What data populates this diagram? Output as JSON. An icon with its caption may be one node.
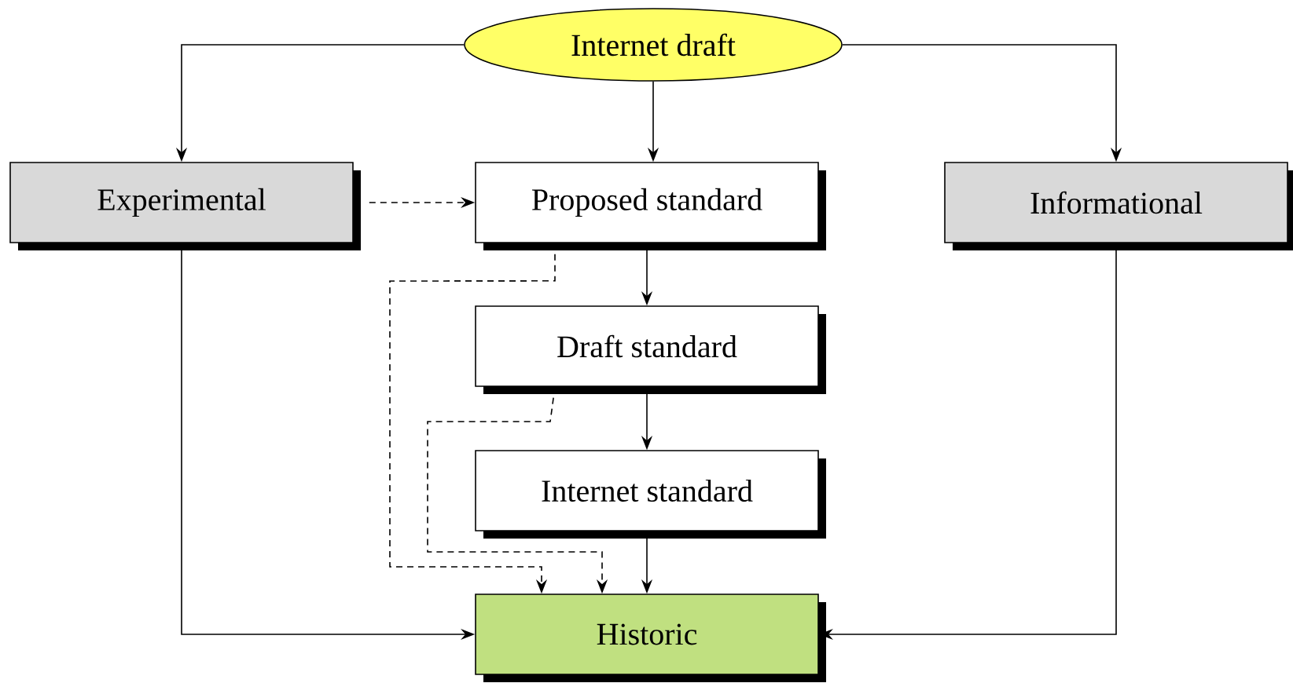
{
  "diagram": {
    "nodes": [
      {
        "text": [
          "Internet draft"
        ]
      },
      {
        "text": [
          "Experimental"
        ]
      },
      {
        "text": [
          "Proposed standard"
        ]
      },
      {
        "text": [
          "Informational"
        ]
      },
      {
        "text": [
          "Draft standard"
        ]
      },
      {
        "text": [
          "Internet standard"
        ]
      },
      {
        "text": [
          "Historic"
        ]
      }
    ],
    "edges": [
      {
        "from": 0,
        "to": 1,
        "arrow": "to"
      },
      {
        "from": 0,
        "to": 2,
        "arrow": "to"
      },
      {
        "from": 0,
        "to": 3,
        "arrow": "to"
      },
      {
        "from": 1,
        "to": 2,
        "arrow": "to",
        "style": "dashed"
      },
      {
        "from": 2,
        "to": 4,
        "arrow": "to"
      },
      {
        "from": 4,
        "to": 5,
        "arrow": "to"
      },
      {
        "from": 5,
        "to": 6,
        "arrow": "to"
      },
      {
        "from": 2,
        "to": 6,
        "arrow": "to",
        "style": "dashed"
      },
      {
        "from": 4,
        "to": 6,
        "arrow": "to",
        "style": "dashed"
      },
      {
        "from": 1,
        "to": 6,
        "arrow": "to"
      },
      {
        "from": 3,
        "to": 6,
        "arrow": "to"
      }
    ]
  }
}
